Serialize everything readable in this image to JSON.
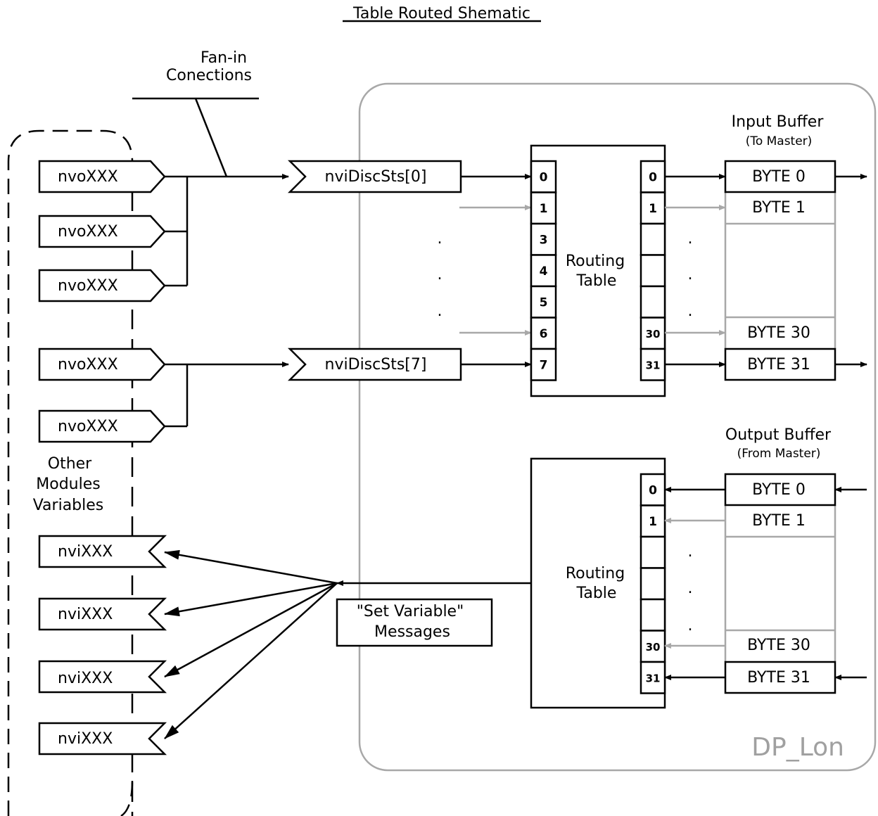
{
  "title": "Table Routed Shematic",
  "fan_in_label": [
    "Fan-in",
    "Conections"
  ],
  "other_modules_label": [
    "Other",
    "Modules",
    "Variables"
  ],
  "outputs": [
    "nvoXXX",
    "nvoXXX",
    "nvoXXX",
    "nvoXXX",
    "nvoXXX"
  ],
  "inputs": [
    "nviXXX",
    "nviXXX",
    "nviXXX",
    "nviXXX"
  ],
  "disc_inputs": [
    "nviDiscSts[0]",
    "nviDiscSts[7]"
  ],
  "routing_table_label": [
    "Routing",
    "Table"
  ],
  "routing_in_left_ports": [
    "0",
    "1",
    "3",
    "4",
    "5",
    "6",
    "7"
  ],
  "routing_in_right_ports": [
    "0",
    "1",
    "",
    "",
    "",
    "30",
    "31"
  ],
  "routing_out_ports": [
    "0",
    "1",
    "",
    "",
    "",
    "30",
    "31"
  ],
  "input_buffer": {
    "title": "Input Buffer",
    "subtitle": "(To Master)",
    "bytes": [
      "BYTE 0",
      "BYTE 1",
      "BYTE 30",
      "BYTE 31"
    ]
  },
  "output_buffer": {
    "title": "Output Buffer",
    "subtitle": "(From Master)",
    "bytes": [
      "BYTE 0",
      "BYTE 1",
      "BYTE 30",
      "BYTE 31"
    ]
  },
  "set_variable_label": [
    "\"Set Variable\"",
    "Messages"
  ],
  "device_name": "DP_Lon",
  "ellipsis_dot": "."
}
